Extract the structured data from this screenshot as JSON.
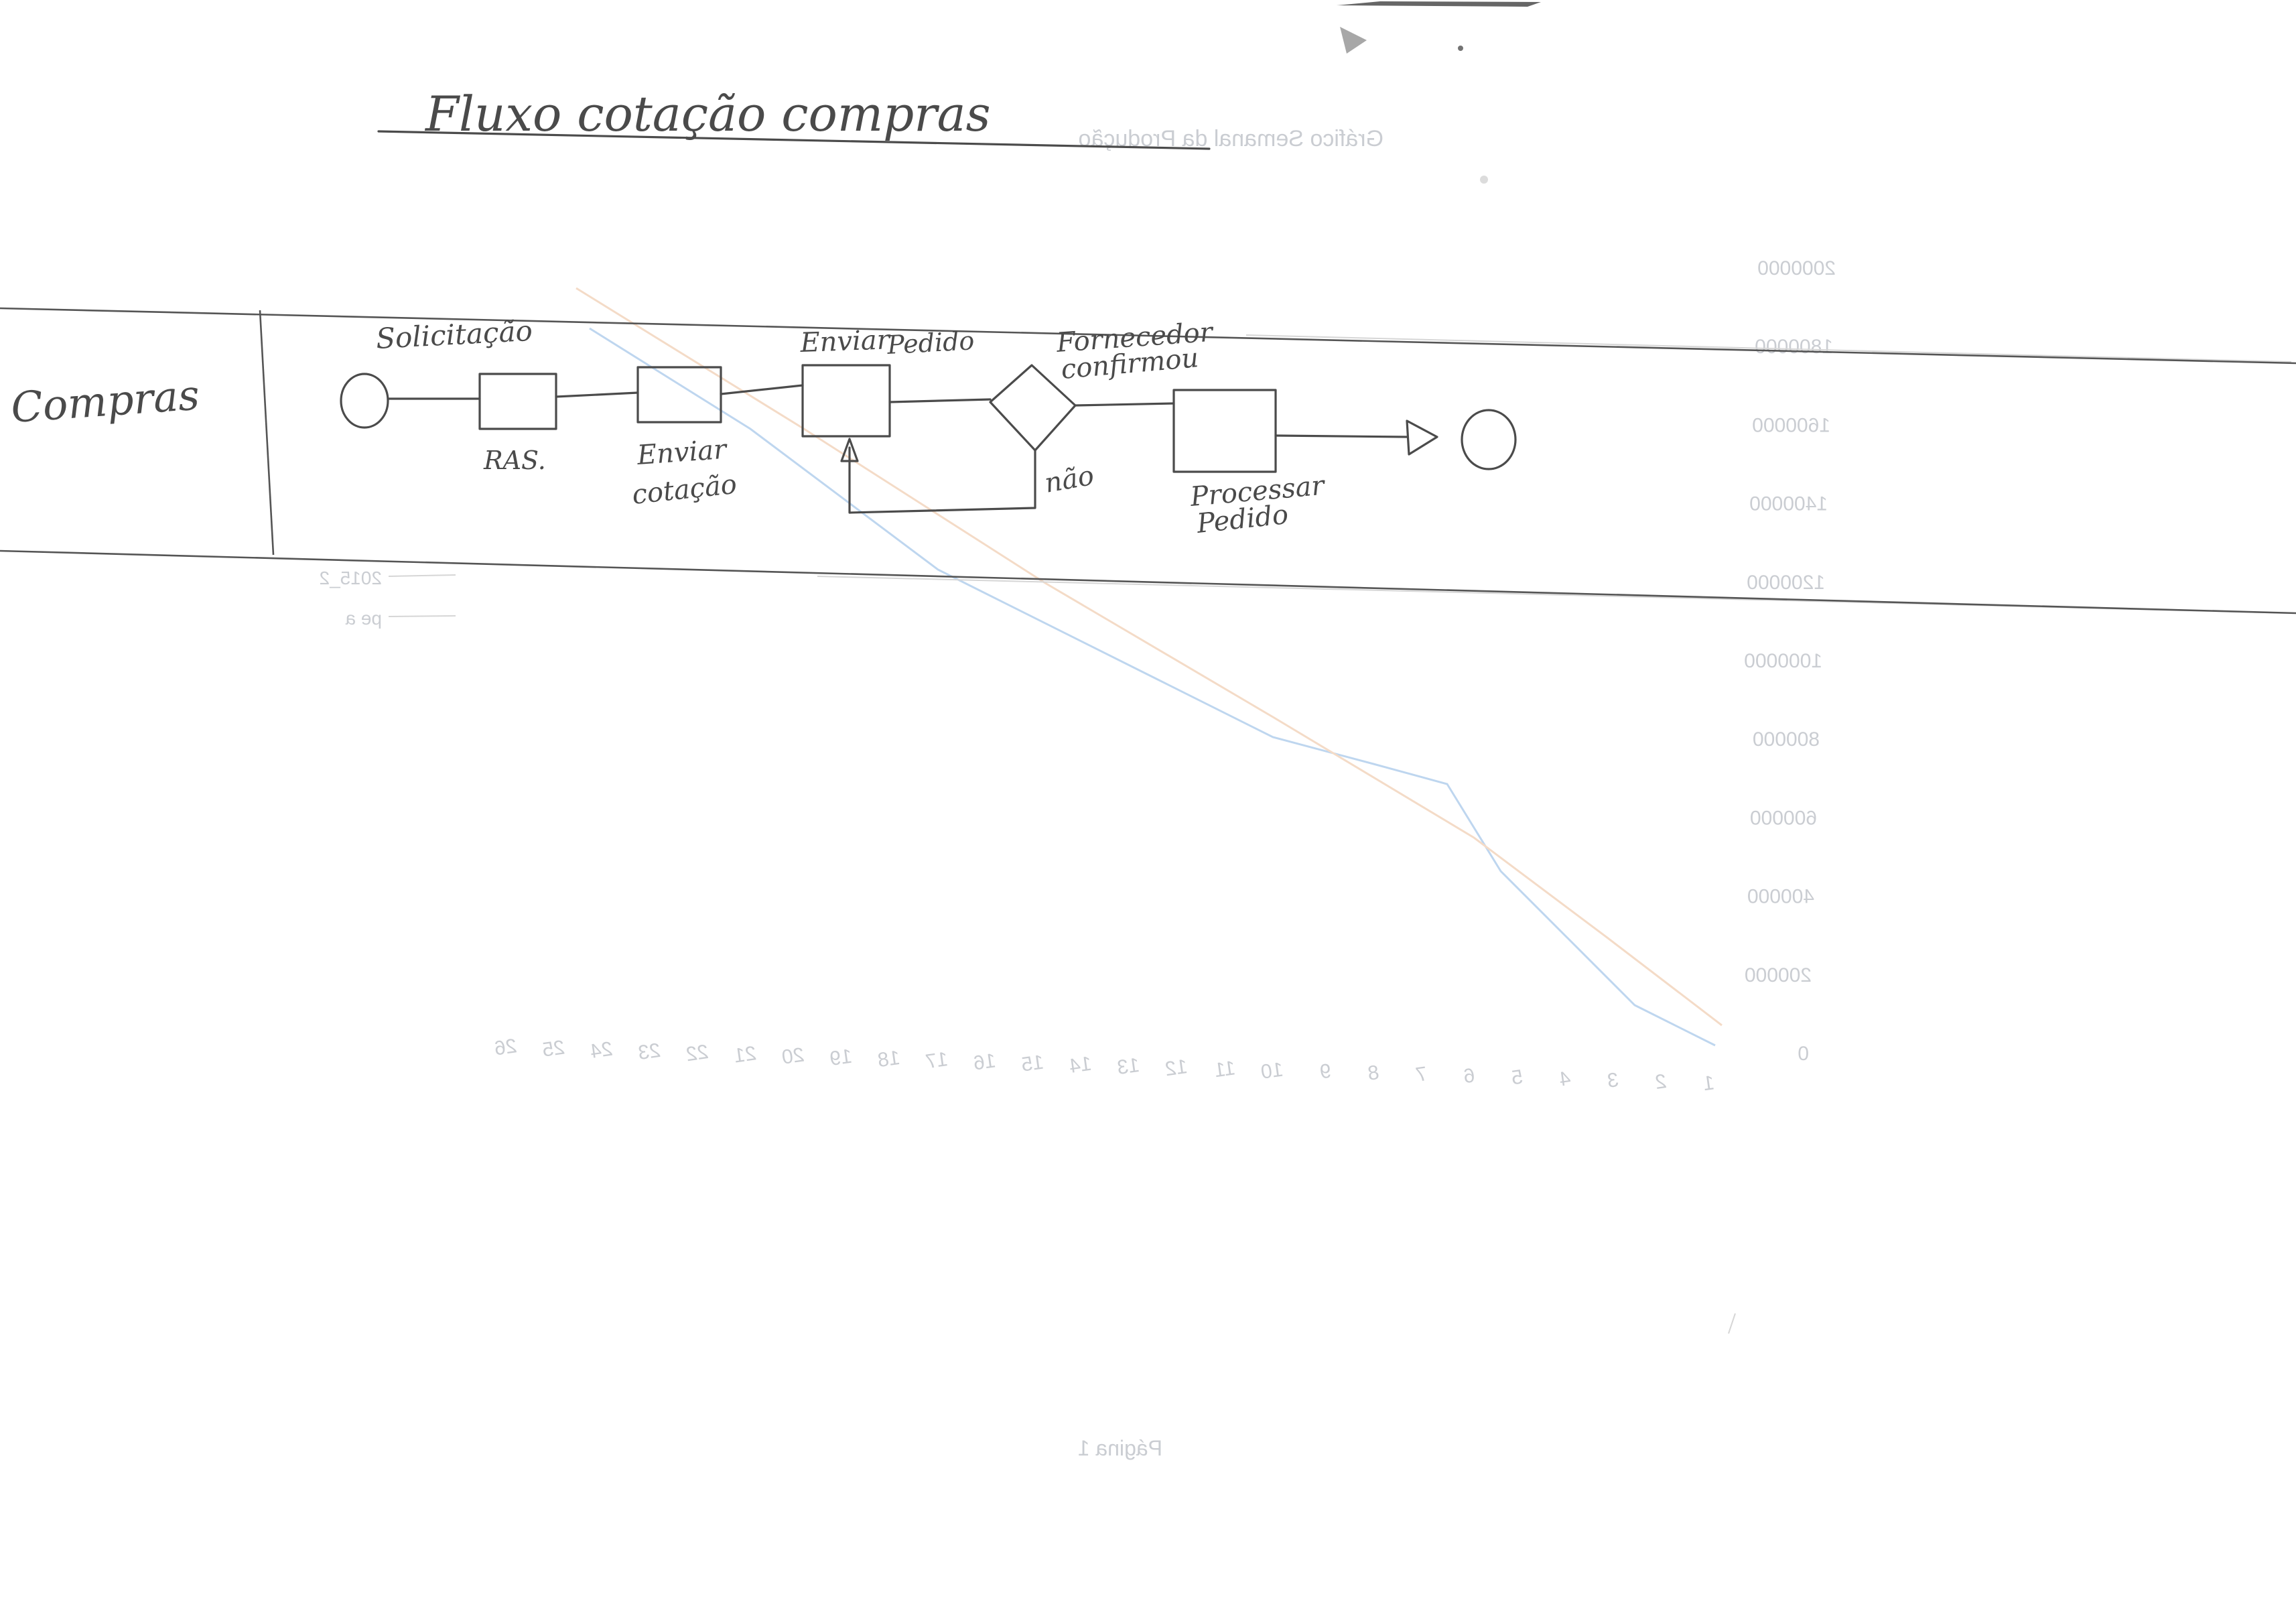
{
  "diagram": {
    "title": "Fluxo cotação compras",
    "lane": {
      "label": "Compras"
    },
    "nodes": [
      {
        "id": "start",
        "type": "start-event",
        "label": ""
      },
      {
        "id": "ras",
        "type": "task",
        "top_label": "Solicitação",
        "bottom_label": "RAS."
      },
      {
        "id": "enviar-cotacao",
        "type": "task",
        "bottom_label_line1": "Enviar",
        "bottom_label_line2": "cotação"
      },
      {
        "id": "enviar-pedido",
        "type": "task",
        "top_label_line1": "Enviar",
        "top_label_line2": "Pedido"
      },
      {
        "id": "fornecedor-confirmou",
        "type": "gateway",
        "top_label_line1": "Fornecedor",
        "top_label_line2": "confirmou",
        "no_label": "não"
      },
      {
        "id": "processar-pedido",
        "type": "task",
        "bottom_label_line1": "Processar",
        "bottom_label_line2": "Pedido"
      },
      {
        "id": "end",
        "type": "end-event",
        "label": ""
      }
    ]
  },
  "bleed_through": {
    "chart_title": "Gráfico Semanal da Produção",
    "y_ticks": [
      "2000000",
      "1800000",
      "1600000",
      "1400000",
      "1200000",
      "1000000",
      "800000",
      "600000",
      "400000",
      "200000",
      "0"
    ],
    "x_ticks": [
      "1",
      "2",
      "3",
      "4",
      "5",
      "6",
      "7",
      "8",
      "9",
      "10",
      "11",
      "12",
      "13",
      "14",
      "15",
      "16",
      "17",
      "18",
      "19",
      "20",
      "21",
      "22",
      "23",
      "24",
      "25",
      "26"
    ],
    "legend": [
      "2015_2",
      "pe a"
    ],
    "footer": "Página 1",
    "colors": {
      "series_a": "#9fc3e6",
      "series_b": "#f0c9a8"
    }
  }
}
